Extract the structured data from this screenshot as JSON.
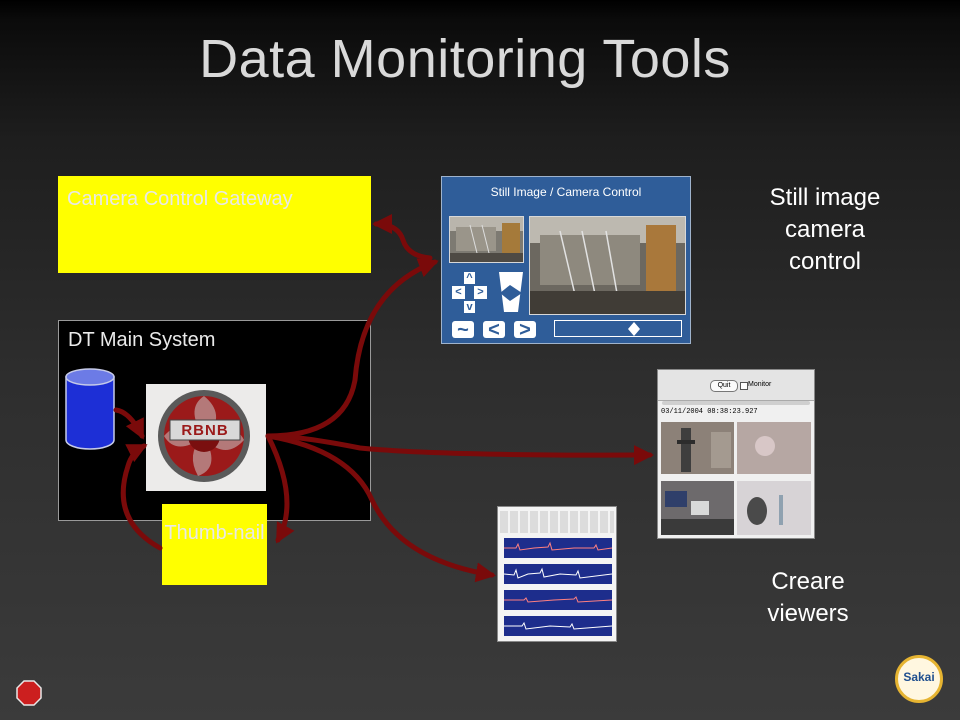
{
  "title": "Data Monitoring Tools",
  "boxes": {
    "camera_control_gateway": "Camera Control Gateway",
    "dt_main_system": "DT Main System",
    "thumbnail": "Thumb-nail"
  },
  "still_panel": {
    "title": "Still Image / Camera Control",
    "btn_up": "^",
    "btn_left": "<",
    "btn_right": ">",
    "btn_down": "v",
    "btn_tilde": "~",
    "btn_prev": "<",
    "btn_next": ">"
  },
  "labels": {
    "still_image_camera_control": "Still image camera control",
    "creare_viewers": "Creare viewers"
  },
  "monitor_viewer": {
    "quit": "Quit",
    "monitor": "Monitor",
    "timestamp": "03/11/2004 08:38:23.927"
  },
  "logos": {
    "rbnb": "RBNB",
    "sakai": "Sakai"
  },
  "colors": {
    "arrow": "#7a0a0a",
    "box_yellow": "#ffff00",
    "panel_blue": "#2f5d99",
    "stop_red": "#cc1f1f"
  }
}
